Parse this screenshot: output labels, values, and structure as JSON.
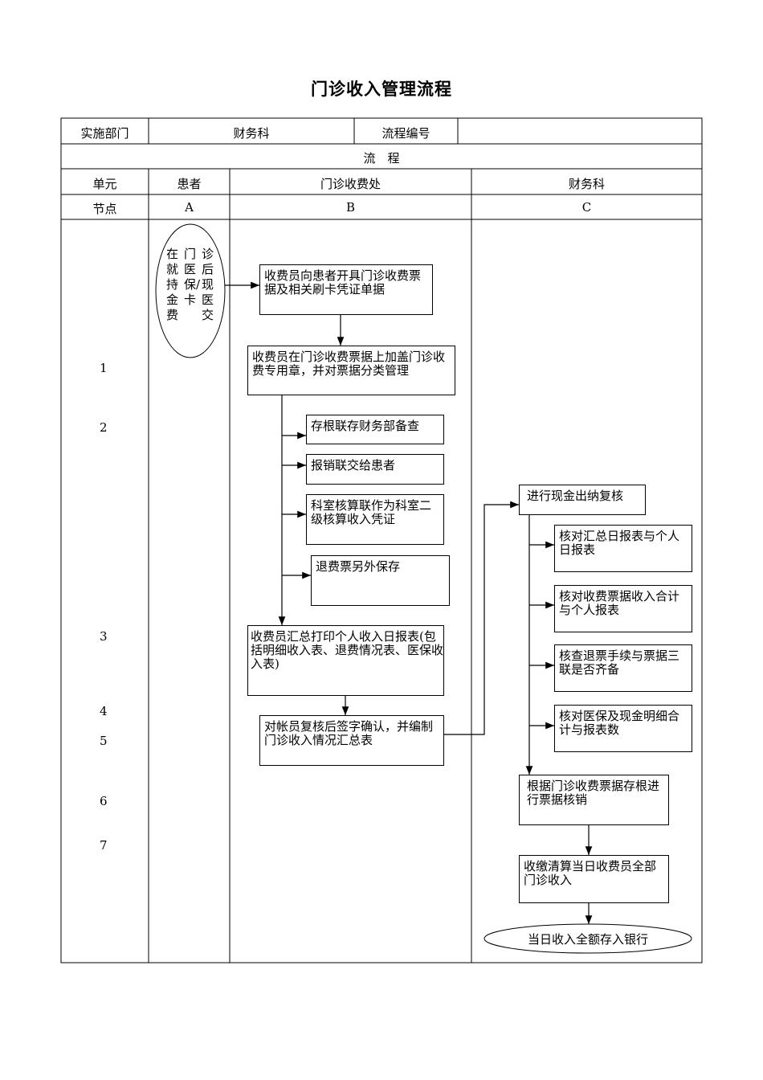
{
  "title": "门诊收入管理流程",
  "header": {
    "dept_label": "实施部门",
    "dept_value": "财务科",
    "code_label": "流程编号",
    "code_value": "",
    "flow_label": "流　程",
    "unit_label": "单元",
    "node_label": "节点"
  },
  "lanes": [
    {
      "name": "患者",
      "node": "A"
    },
    {
      "name": "门诊收费处",
      "node": "B"
    },
    {
      "name": "财务科",
      "node": "C"
    }
  ],
  "node_numbers": [
    "1",
    "2",
    "3",
    "4",
    "5",
    "6",
    "7"
  ],
  "steps": {
    "patient_col1": "在就持金费",
    "patient_col2": "门医保/卡",
    "patient_col3": "诊后现医交",
    "issue_receipt": "收费员向患者开具门诊收费票据及相关刷卡凭证单据",
    "stamp_classify": "收费员在门诊收费票据上加盖门诊收费专用章，并对票据分类管理",
    "stub_archive": "存根联存财务部备查",
    "reimburse_copy": "报销联交给患者",
    "dept_copy": "科室核算联作为科室二级核算收入凭证",
    "refund_keep": "退费票另外保存",
    "print_daily": "收费员汇总打印个人收入日报表(包括明细收入表、退费情况表、医保收入表)",
    "verify_sign": "对帐员复核后签字确认，并编制门诊收入情况汇总表",
    "cash_review": "进行现金出纳复核",
    "check_summary": "核对汇总日报表与个人日报表",
    "check_total": "核对收费票据收入合计与个人报表",
    "check_refund": "核查退票手续与票据三联是否齐备",
    "check_insurance": "核对医保及现金明细合计与报表数",
    "write_off": "根据门诊收费票据存根进行票据核销",
    "collect_all": "收缴清算当日收费员全部门诊收入",
    "deposit": "当日收入全额存入银行"
  }
}
